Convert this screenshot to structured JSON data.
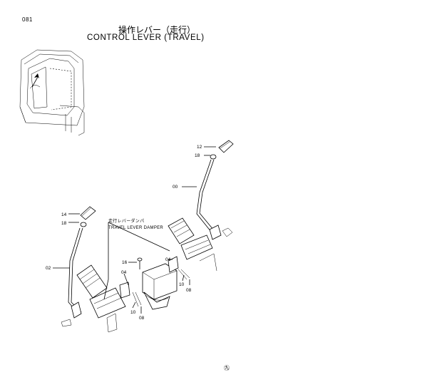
{
  "page": {
    "number": "081",
    "corner_mark": "㊈"
  },
  "title": {
    "japanese": "操作レバー（走行）",
    "english": "CONTROL LEVER (TRAVEL)"
  },
  "note": {
    "japanese": "走行レバーダンパ",
    "english": "TRAVEL LEVER DAMPER"
  },
  "callouts": [
    {
      "id": "right-grip",
      "label": "12"
    },
    {
      "id": "right-grip-nut",
      "label": "18"
    },
    {
      "id": "right-lever",
      "label": "00"
    },
    {
      "id": "left-grip",
      "label": "14"
    },
    {
      "id": "left-grip-nut",
      "label": "18"
    },
    {
      "id": "left-lever",
      "label": "02"
    },
    {
      "id": "damper-bolt",
      "label": "16"
    },
    {
      "id": "left-bracket",
      "label": "04"
    },
    {
      "id": "left-screw",
      "label": "10"
    },
    {
      "id": "left-pin",
      "label": "08"
    },
    {
      "id": "right-bracket",
      "label": "04"
    },
    {
      "id": "right-screw",
      "label": "10"
    },
    {
      "id": "right-pin",
      "label": "08"
    }
  ]
}
